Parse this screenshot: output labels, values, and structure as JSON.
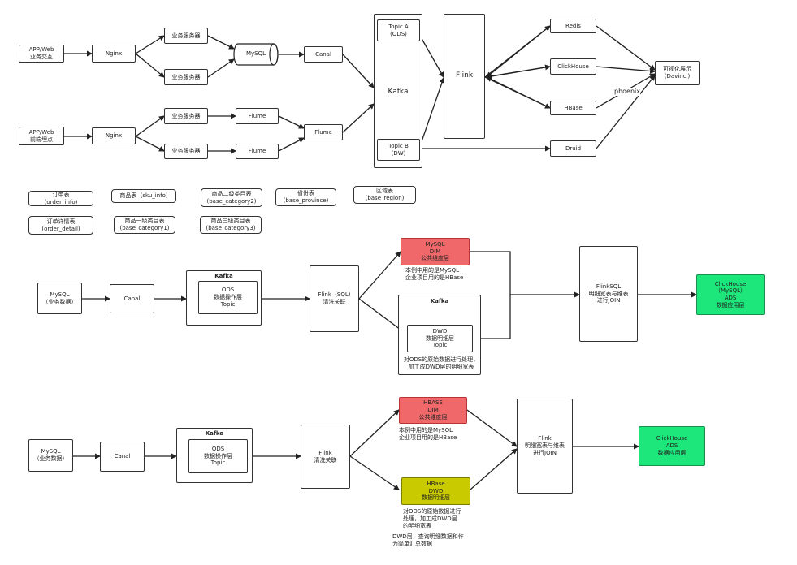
{
  "s1": {
    "app1": [
      "APP/Web",
      "业务交互"
    ],
    "nginx1": "Nginx",
    "srv1": "业务服务器",
    "srv2": "业务服务器",
    "mysql": "MySQL",
    "canal": "Canal",
    "kafka": "Kafka",
    "topicA": [
      "Topic A",
      "(ODS)"
    ],
    "topicB": [
      "Topic B",
      "(DW)"
    ],
    "flink": "Flink",
    "redis": "Redis",
    "clickhouse": "ClickHouse",
    "hbase": "HBase",
    "druid": "Druid",
    "phoenix": "phoenix",
    "viz": [
      "可视化展示",
      "(Davinci)"
    ],
    "app2": [
      "APP/Web",
      "前端埋点"
    ],
    "nginx2": "Nginx",
    "srv3": "业务服务器",
    "srv4": "业务服务器",
    "flume1": "Flume",
    "flume2": "Flume",
    "flume3": "Flume"
  },
  "tables": [
    [
      "订单表",
      "(order_info)"
    ],
    [
      "商品表（sku_info)"
    ],
    [
      "商品二级类目表",
      "(base_category2)"
    ],
    [
      "省份表",
      "(base_province)"
    ],
    [
      "区域表",
      "(base_region)"
    ],
    [
      "订单详情表",
      "(order_detail)"
    ],
    [
      "商品一级类目表",
      "(base_category1)"
    ],
    [
      "商品三级类目表",
      "(base_category3)"
    ]
  ],
  "s2": {
    "mysql": [
      "MySQL",
      "（业务数据）"
    ],
    "canal": "Canal",
    "kafka": "Kafka",
    "ods": [
      "ODS",
      "数据操作层",
      "Topic"
    ],
    "flink": [
      "Flink（SQL)",
      "清洗关联"
    ],
    "dim": [
      "MySQL",
      "DIM",
      "公共维度层"
    ],
    "dim_note": [
      "本例中用的是MySQL",
      "企业项目用的是HBase"
    ],
    "kafka2": "Kafka",
    "dwd": [
      "DWD",
      "数据明细层",
      "Topic"
    ],
    "dwd_note": [
      "对ODS的原始数据进行处理，",
      "加工成DWD层的明细宽表"
    ],
    "join": [
      "FlinkSQL",
      "明细宽表与维表",
      "进行JOIN"
    ],
    "ads": [
      "ClickHouse",
      "（MySQL）",
      "ADS",
      "数据应用层"
    ]
  },
  "s3": {
    "mysql": [
      "MySQL",
      "（业务数据）"
    ],
    "canal": "Canal",
    "kafka": "Kafka",
    "ods": [
      "ODS",
      "数据操作层",
      "Topic"
    ],
    "flink": [
      "Flink",
      "清洗关联"
    ],
    "dim": [
      "HBASE",
      "DIM",
      "公共维度层"
    ],
    "dim_note": [
      "本例中用的是MySQL",
      "企业项目用的是HBase"
    ],
    "dwd": [
      "HBase",
      "DWD",
      "数据明细层"
    ],
    "dwd_note": [
      "对ODS的原始数据进行",
      "处理，加工成DWD层",
      "的明细宽表"
    ],
    "dwd_note2": [
      "DWD层，查询明细数据和作",
      "为简单汇总数据"
    ],
    "join": [
      "Flink",
      "明细宽表与维表",
      "进行JOIN"
    ],
    "ads": [
      "ClickHouse",
      "ADS",
      "数据应用层"
    ]
  },
  "colors": {
    "dim": "#f0686a",
    "ads": "#1de67a",
    "dwd_hbase": "#c9cb00"
  }
}
